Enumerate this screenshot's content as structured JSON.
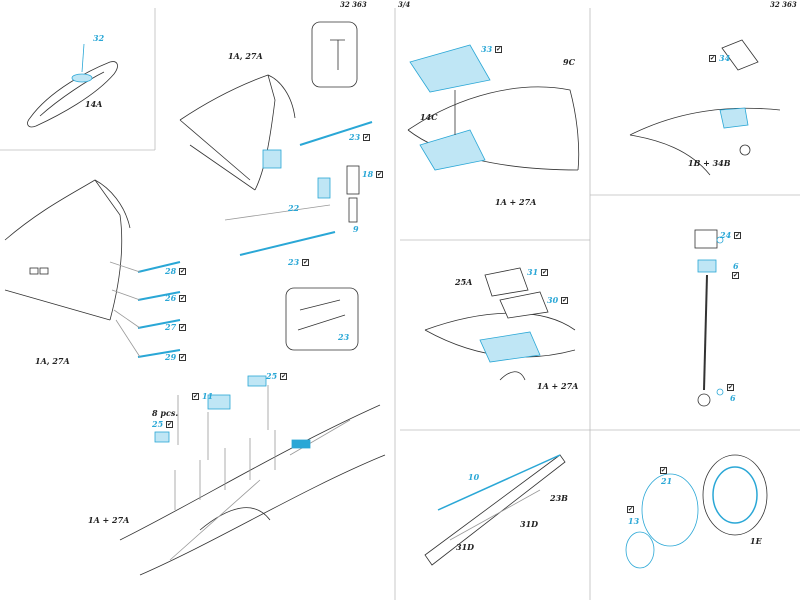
{
  "header": {
    "left_code": "32 363",
    "center_page": "3/4",
    "right_code": "32 363"
  },
  "colors": {
    "accent": "#2aa7d6",
    "line": "#333333",
    "fill": "#bfe6f5"
  },
  "panels": {
    "p1": {
      "labels": {
        "part_32": "32",
        "ref_14a": "14A"
      }
    },
    "p2": {
      "labels": {
        "title": "1A, 27A",
        "p23a": "23",
        "p18": "18",
        "p22": "22",
        "p9": "9",
        "p23b": "23",
        "p23c": "23"
      }
    },
    "p3": {
      "labels": {
        "p28": "28",
        "p26": "26",
        "p27": "27",
        "p29": "29",
        "ref": "1A, 27A"
      }
    },
    "p4": {
      "labels": {
        "p25a": "25",
        "p11": "11",
        "qty": "8 pcs.",
        "p25b": "25",
        "ref": "1A + 27A"
      }
    },
    "p5": {
      "labels": {
        "p33": "33",
        "ref_9c": "9C",
        "ref_14c": "14C",
        "ref": "1A + 27A"
      }
    },
    "p6": {
      "labels": {
        "p34": "34",
        "ref": "1B + 34B"
      }
    },
    "p7": {
      "labels": {
        "p31": "31",
        "p30": "30",
        "ref_25a": "25A",
        "ref": "1A + 27A"
      }
    },
    "p8": {
      "labels": {
        "p24": "24",
        "p6a": "6",
        "p6b": "6"
      }
    },
    "p9": {
      "labels": {
        "p10": "10",
        "ref_23b": "23B",
        "ref_31d_a": "31D",
        "ref_31d_b": "31D"
      }
    },
    "p10": {
      "labels": {
        "p21": "21",
        "p13": "13",
        "ref_1e": "1E"
      }
    }
  }
}
